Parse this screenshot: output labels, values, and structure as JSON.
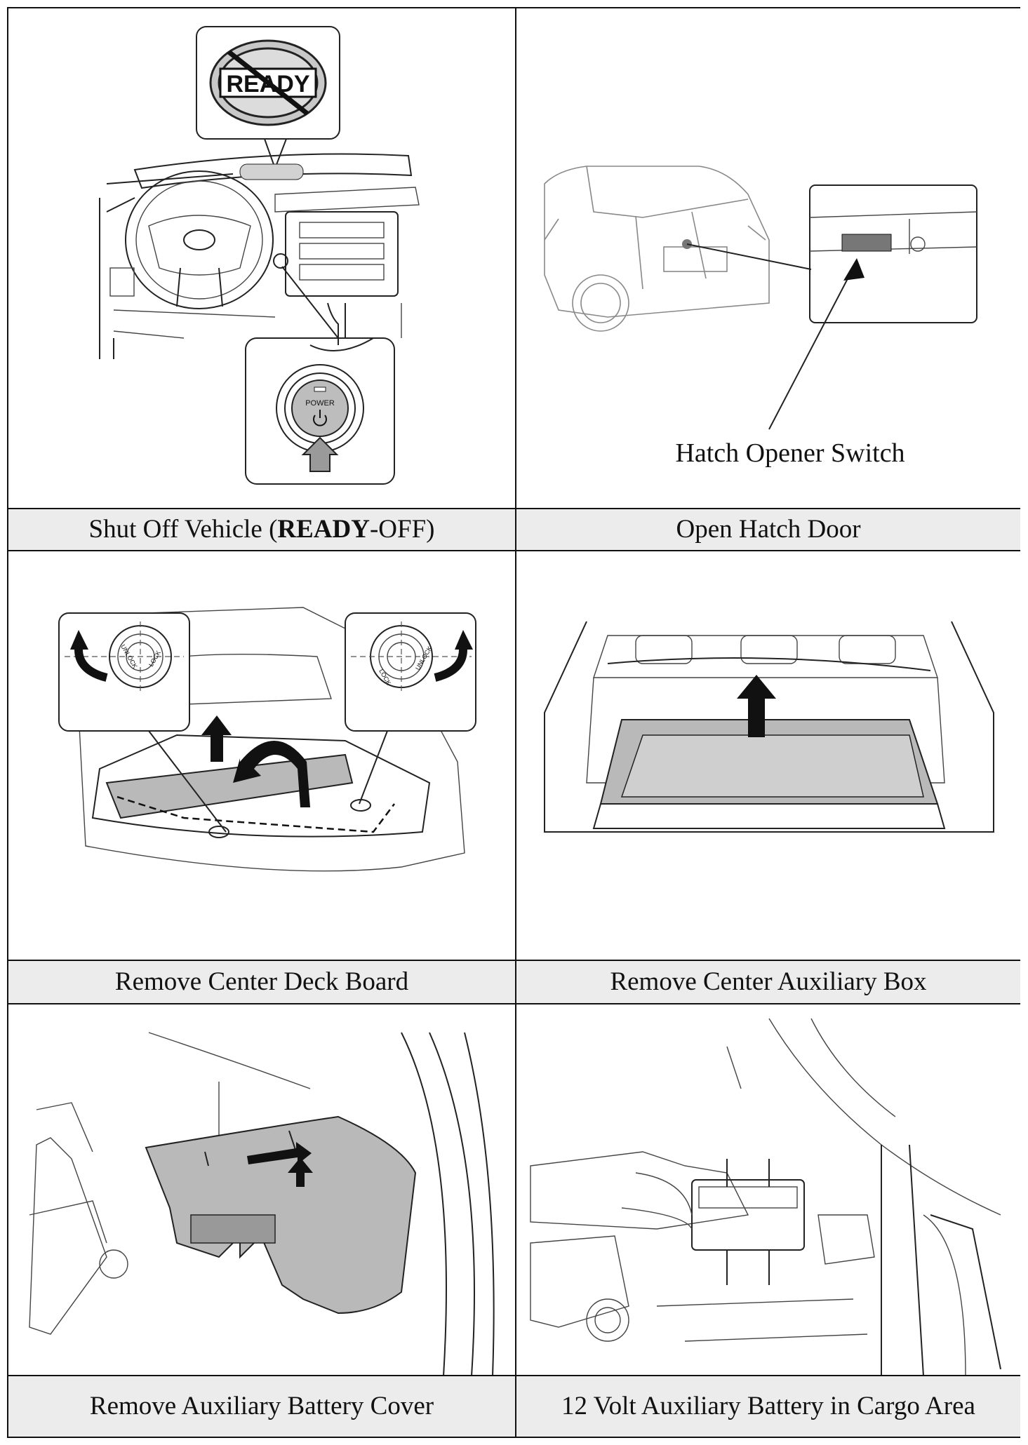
{
  "captions": {
    "shut_off_prefix": "Shut Off Vehicle (",
    "shut_off_bold": "READY",
    "shut_off_suffix": "-OFF)",
    "open_hatch": "Open Hatch Door",
    "remove_deck_board": "Remove Center Deck Board",
    "remove_aux_box": "Remove Center Auxiliary Box",
    "remove_battery_cover": "Remove Auxiliary Battery Cover",
    "battery_location": "12 Volt Auxiliary Battery in Cargo Area"
  },
  "illustrations": {
    "ready_indicator": "READY",
    "power_button": "POWER",
    "hatch_label": "Hatch Opener Switch",
    "unlock_label": "UNLOCK",
    "lock_label": "LOCK"
  },
  "icons": [
    "no-ready-icon",
    "power-button-icon",
    "up-arrow-icon",
    "rotate-arrow-icon"
  ]
}
